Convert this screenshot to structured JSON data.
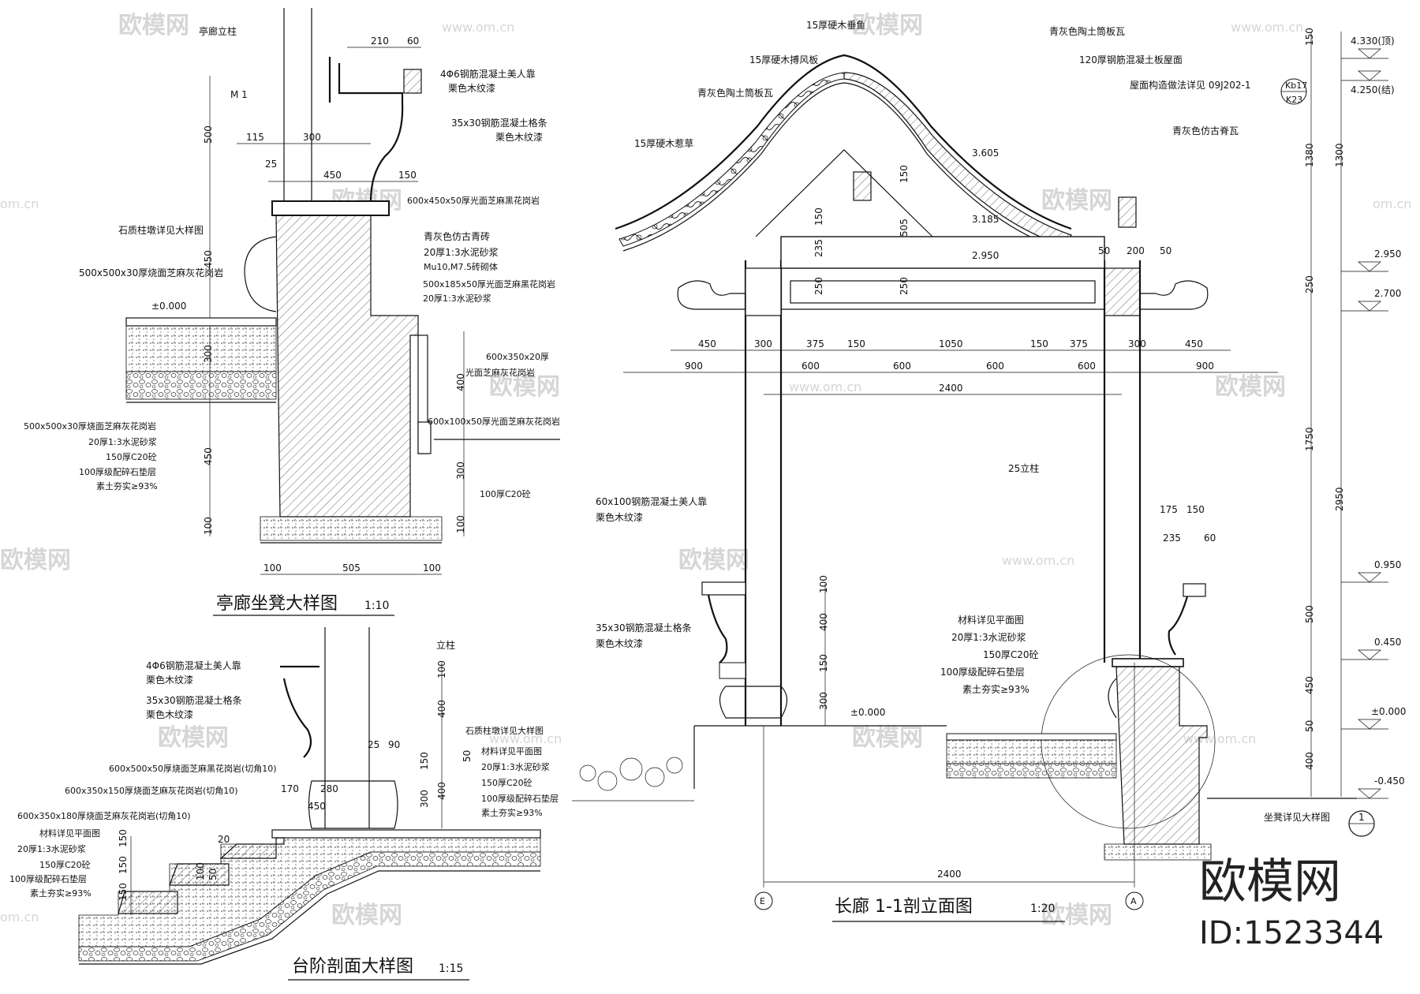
{
  "watermark": {
    "text": "欧模网",
    "url": "www.om.cn",
    "url_short": "om.cn"
  },
  "brand": {
    "name": "欧模网",
    "id": "ID:1523344"
  },
  "bench": {
    "title": "亭廊坐凳大样图",
    "scale": "1:10",
    "top_label": "亭廊立柱",
    "m1": "M 1",
    "dims_h": [
      "210",
      "60",
      "115",
      "300",
      "450",
      "150",
      "100",
      "505",
      "100"
    ],
    "dims_v": [
      "100",
      "500",
      "25",
      "450",
      "300",
      "400",
      "450",
      "300",
      "100",
      "100"
    ],
    "elev": "±0.000",
    "labels": [
      "4Φ6钢筋混凝土美人靠",
      "栗色木纹漆",
      "35x30钢筋混凝土格条",
      "栗色木纹漆",
      "600x450x50厚光面芝麻黑花岗岩",
      "石质柱墩详见大样图",
      "500x500x30厚烧面芝麻灰花岗岩",
      "青灰色仿古青砖",
      "20厚1:3水泥砂浆",
      "Mu10,M7.5砖砌体",
      "500x185x50厚光面芝麻黑花岗岩",
      "20厚1:3水泥砂浆",
      "600x350x20厚",
      "光面芝麻灰花岗岩",
      "600x100x50厚光面芝麻灰花岗岩",
      "500x500x30厚烧面芝麻灰花岗岩",
      "20厚1:3水泥砂浆",
      "150厚C20砼",
      "100厚级配碎石垫层",
      "素土夯实≥93%",
      "100厚C20砼"
    ]
  },
  "step": {
    "title": "台阶剖面大样图",
    "scale": "1:15",
    "labels": [
      "立柱",
      "4Φ6钢筋混凝土美人靠",
      "栗色木纹漆",
      "35x30钢筋混凝土格条",
      "栗色木纹漆",
      "石质柱墩详见大样图",
      "材料详见平面图",
      "20厚1:3水泥砂浆",
      "150厚C20砼",
      "100厚级配碎石垫层",
      "素土夯实≥93%",
      "600x500x50厚烧面芝麻黑花岗岩(切角10)",
      "600x350x150厚烧面芝麻灰花岗岩(切角10)",
      "600x350x180厚烧面芝麻灰花岗岩(切角10)",
      "材料详见平面图",
      "20厚1:3水泥砂浆",
      "150厚C20砼",
      "100厚级配碎石垫层",
      "素土夯实≥93%"
    ],
    "dims": [
      "100",
      "400",
      "50",
      "25",
      "90",
      "150",
      "300",
      "400",
      "170",
      "280",
      "450",
      "20",
      "50",
      "100",
      "150",
      "150",
      "150",
      "150"
    ]
  },
  "corridor": {
    "title": "长廊 1-1剖立面图",
    "scale": "1:20",
    "axis_left": "E",
    "axis_right": "A",
    "detail_ref": "坐凳详见大样图",
    "detail_num": "1",
    "roof_labels": [
      "15厚硬木垂鱼",
      "15厚硬木搏风板",
      "青灰色陶土筒板瓦",
      "15厚硬木惹草",
      "青灰色陶土筒板瓦",
      "120厚钢筋混凝土板屋面",
      "屋面构造做法详见 09J202-1",
      "青灰色仿古脊瓦"
    ],
    "ref_tag_top": "Kb17",
    "ref_tag_bottom": "K23",
    "inner_elev": [
      "3.605",
      "3.185",
      "2.950"
    ],
    "inner_dims": [
      "150",
      "150",
      "505",
      "235",
      "250",
      "250",
      "50",
      "200",
      "50"
    ],
    "dims_row1": [
      "450",
      "300",
      "375",
      "150",
      "1050",
      "150",
      "375",
      "300",
      "450"
    ],
    "dims_row2": [
      "900",
      "600",
      "600",
      "600",
      "600",
      "900"
    ],
    "span": "2400",
    "span_bottom": "2400",
    "column": "25立柱",
    "left_labels": [
      "60x100钢筋混凝土美人靠",
      "栗色木纹漆",
      "35x30钢筋混凝土格条",
      "栗色木纹漆"
    ],
    "left_dims": [
      "100",
      "400",
      "150",
      "300"
    ],
    "right_labels": [
      "材料详见平面图",
      "20厚1:3水泥砂浆",
      "150厚C20砼",
      "100厚级配碎石垫层",
      "素土夯实≥93%"
    ],
    "right_dims": [
      "175",
      "150",
      "235",
      "60"
    ],
    "ground_elev": "±0.000",
    "right_col_dims": [
      "150",
      "1380",
      "250",
      "1750",
      "500",
      "450",
      "50",
      "400",
      "2950",
      "1300"
    ],
    "elevations": [
      "4.330(顶)",
      "4.250(结)",
      "2.950",
      "2.700",
      "0.950",
      "0.450",
      "±0.000",
      "-0.450"
    ]
  }
}
